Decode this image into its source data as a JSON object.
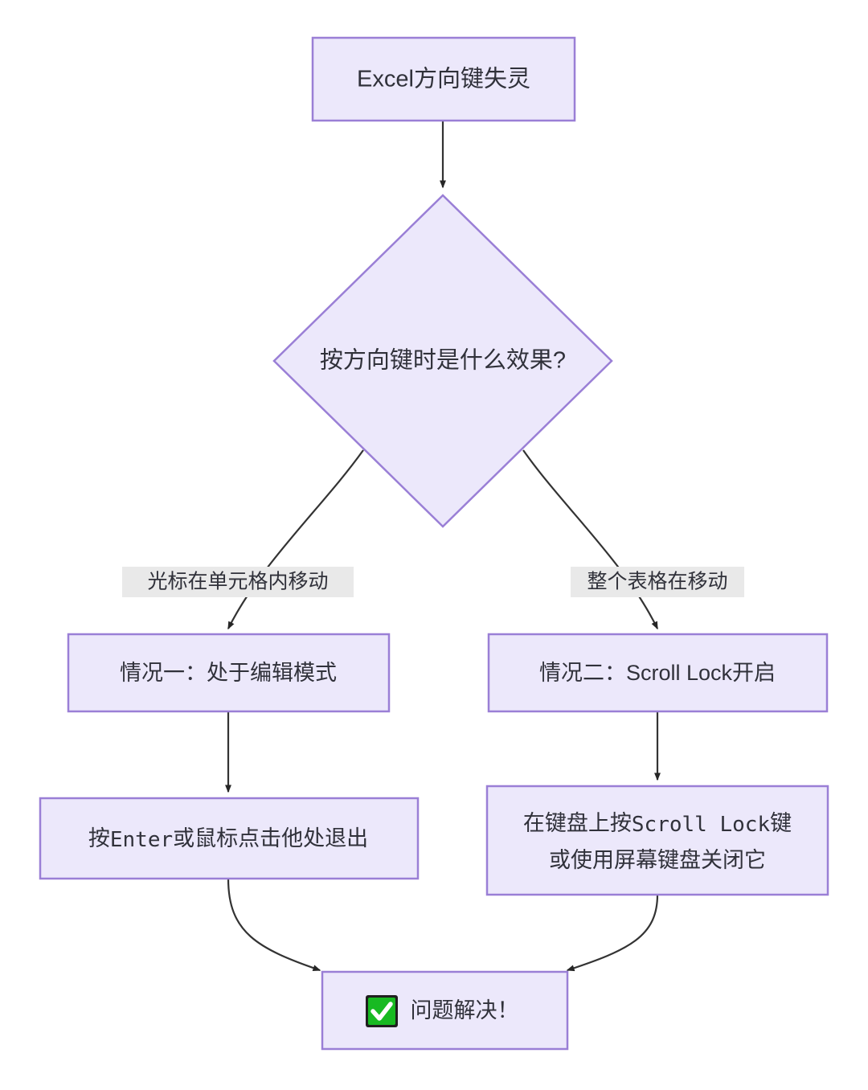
{
  "diagram": {
    "type": "flowchart",
    "direction": "top-down",
    "title_node": "Excel方向键失灵",
    "theme": {
      "node_fill": "#ece8fb",
      "node_border": "#9a7fd6",
      "edge_stroke": "#333333",
      "text_color": "#30313a",
      "edge_label_bg": "#e9e9e9",
      "canvas_bg": "#ffffff",
      "check_green": "#18ba22"
    },
    "nodes": [
      {
        "id": "start",
        "shape": "rect",
        "label": "Excel方向键失灵"
      },
      {
        "id": "decision",
        "shape": "diamond",
        "label": "按方向键时是什么效果?"
      },
      {
        "id": "case1",
        "shape": "rect",
        "label": "情况一：处于编辑模式"
      },
      {
        "id": "case2",
        "shape": "rect",
        "label": "情况二：Scroll Lock开启"
      },
      {
        "id": "fix1",
        "shape": "rect",
        "label_prefix": "按",
        "label_code": "Enter",
        "label_suffix": "或鼠标点击他处退出",
        "clipped": true
      },
      {
        "id": "fix2",
        "shape": "rect",
        "line1_prefix": "在键盘上按",
        "line1_code": "Scroll Lock",
        "line1_suffix": "键",
        "line2": "或使用屏幕键盘关闭它",
        "clipped": true
      },
      {
        "id": "done",
        "shape": "rect",
        "icon": "white-check-mark-icon",
        "label": "问题解决！"
      }
    ],
    "edges": [
      {
        "from": "start",
        "to": "decision",
        "label": ""
      },
      {
        "from": "decision",
        "to": "case1",
        "label": "光标在单元格内移动"
      },
      {
        "from": "decision",
        "to": "case2",
        "label": "整个表格在移动"
      },
      {
        "from": "case1",
        "to": "fix1",
        "label": ""
      },
      {
        "from": "case2",
        "to": "fix2",
        "label": ""
      },
      {
        "from": "fix1",
        "to": "done",
        "label": ""
      },
      {
        "from": "fix2",
        "to": "done",
        "label": ""
      }
    ]
  }
}
